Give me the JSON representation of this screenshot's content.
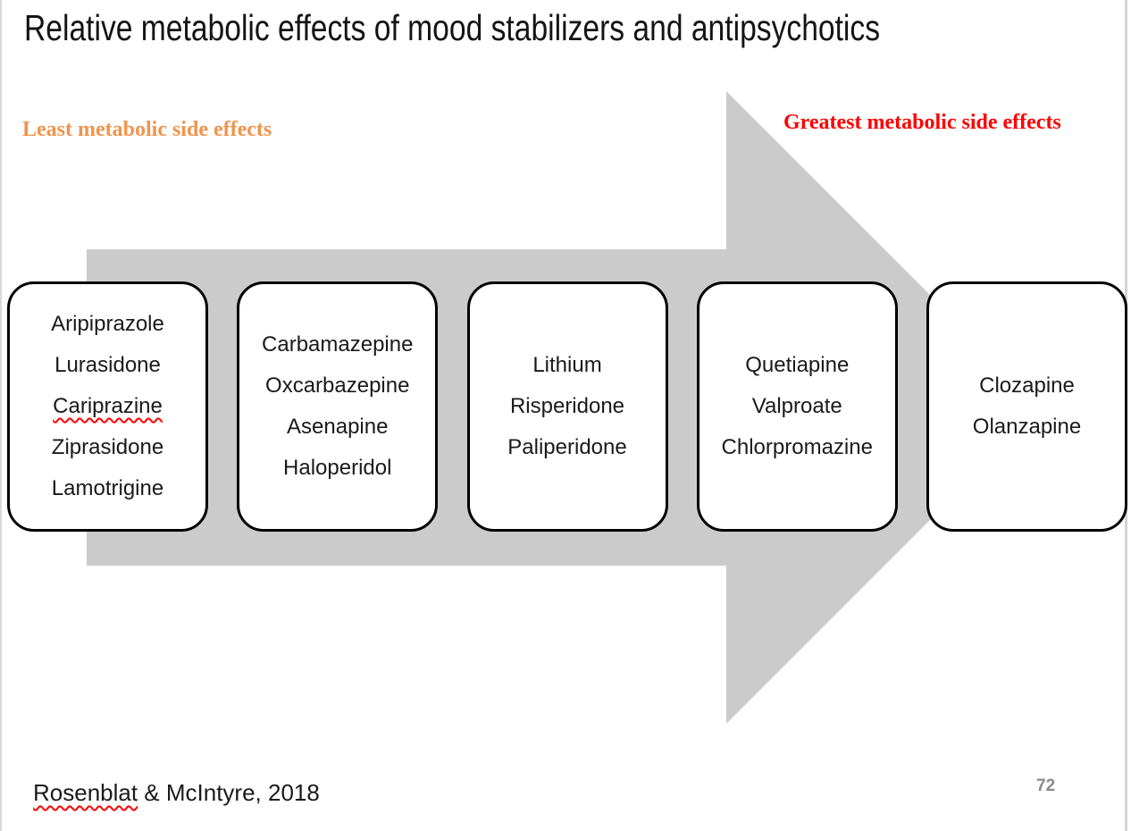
{
  "slide": {
    "title": "Relative metabolic effects of mood stabilizers and antipsychotics",
    "least_label": "Least metabolic side effects",
    "greatest_label": "Greatest metabolic side effects",
    "citation": {
      "highlighted_word": "Rosenblat",
      "rest": " & McIntyre, 2018"
    },
    "page_number": "72",
    "arrow": {
      "direction": "right"
    },
    "groups": [
      {
        "drugs": [
          "Aripiprazole",
          "Lurasidone",
          "Cariprazine",
          "Ziprasidone",
          "Lamotrigine"
        ],
        "spellcheck": [
          "Cariprazine"
        ]
      },
      {
        "drugs": [
          "Carbamazepine",
          "Oxcarbazepine",
          "Asenapine",
          "Haloperidol"
        ],
        "spellcheck": []
      },
      {
        "drugs": [
          "Lithium",
          "Risperidone",
          "Paliperidone"
        ],
        "spellcheck": []
      },
      {
        "drugs": [
          "Quetiapine",
          "Valproate",
          "Chlorpromazine"
        ],
        "spellcheck": []
      },
      {
        "drugs": [
          "Clozapine",
          "Olanzapine"
        ],
        "spellcheck": []
      }
    ],
    "colors": {
      "least_label": "#F0944C",
      "greatest_label": "#FF0000",
      "arrow": "#CBCBCB",
      "page_number": "#8A8A8A",
      "spellcheck_underline": "#FF0000",
      "box_border": "#000000"
    }
  }
}
